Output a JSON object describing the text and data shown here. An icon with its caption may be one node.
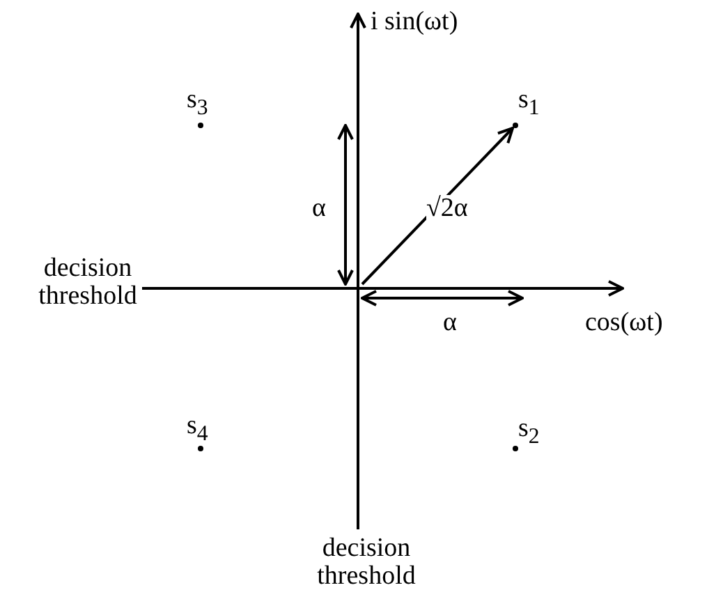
{
  "diagram": {
    "nodes": [
      {
        "text": [
          "s$_{3}$"
        ]
      },
      {
        "text": [
          "s$_{1}$"
        ]
      },
      {
        "text": [
          "s$_{4}$"
        ]
      },
      {
        "text": [
          "s$_{2}$"
        ]
      }
    ],
    "edges": [
      {
        "from": null,
        "to": 1,
        "arrow": "to",
        "label": "√2α"
      }
    ],
    "labels": [
      "i sin(ωt)",
      "α",
      "decision threshold",
      "α",
      "cos(ωt)",
      "decision threshold"
    ]
  }
}
